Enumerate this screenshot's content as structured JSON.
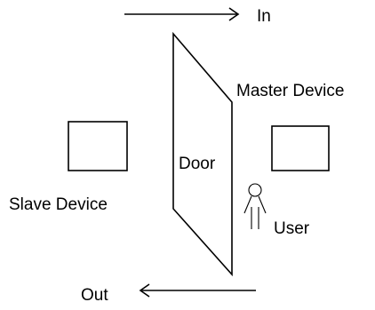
{
  "labels": {
    "in": "In",
    "out": "Out",
    "master_device": "Master Device",
    "slave_device": "Slave Device",
    "door": "Door",
    "user": "User"
  },
  "colors": {
    "stroke": "#000000",
    "background": "#ffffff"
  },
  "icons": {
    "user": "person-outline-icon",
    "in_direction": "arrow-right-icon",
    "out_direction": "arrow-left-icon"
  }
}
